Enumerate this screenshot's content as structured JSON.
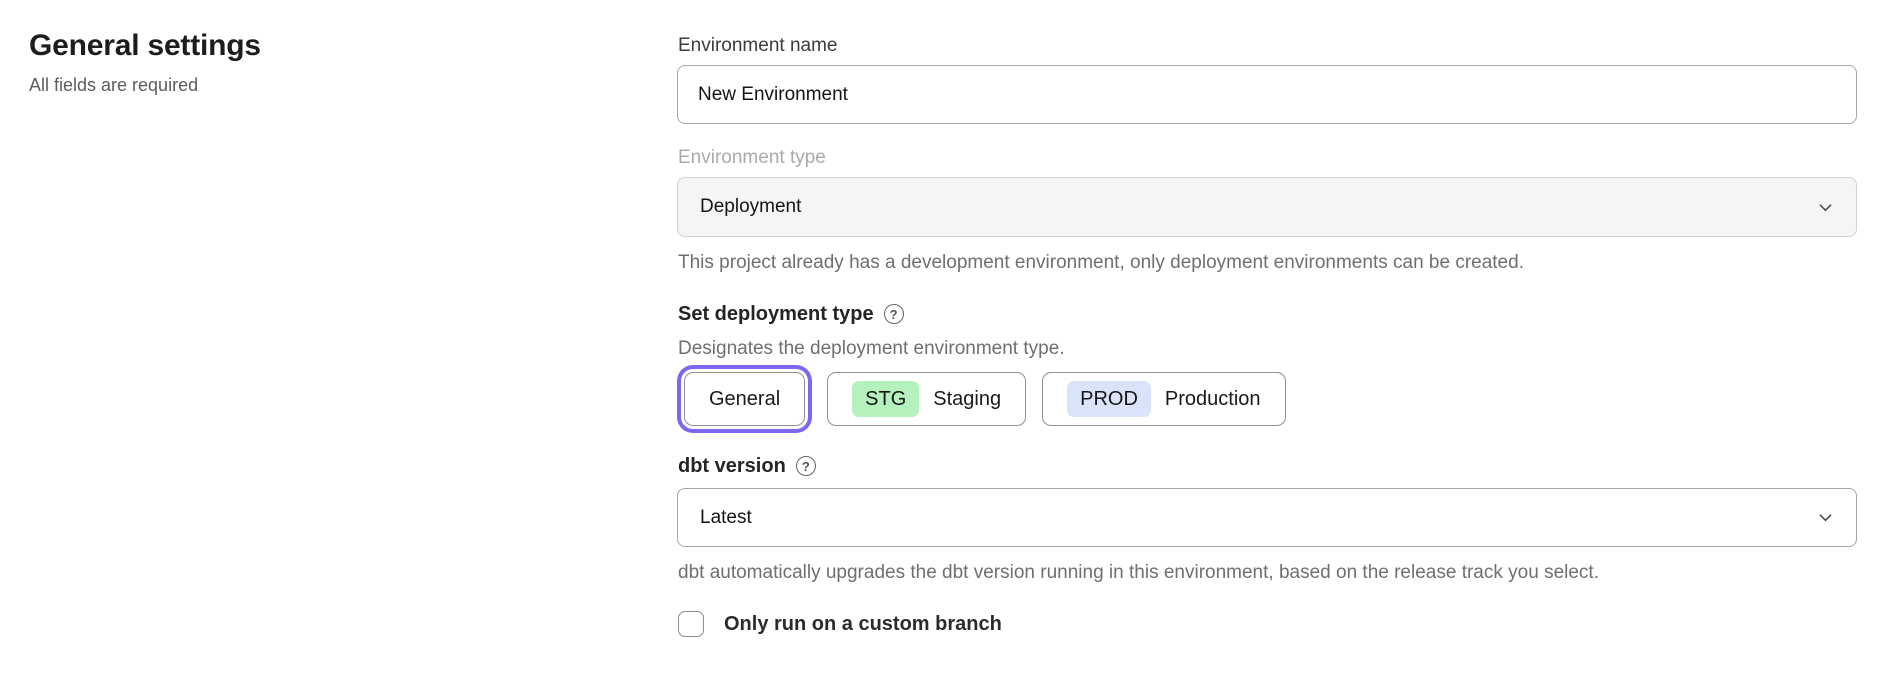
{
  "page": {
    "title": "General settings",
    "subtitle": "All fields are required"
  },
  "form": {
    "environment_name": {
      "label": "Environment name",
      "value": "New Environment"
    },
    "environment_type": {
      "label": "Environment type",
      "value": "Deployment",
      "disabled": true,
      "helper": "This project already has a development environment, only deployment environments can be created."
    },
    "deployment_type": {
      "label": "Set deployment type",
      "description": "Designates the deployment environment type.",
      "options": [
        {
          "badge": "",
          "label": "General",
          "selected": true
        },
        {
          "badge": "STG",
          "label": "Staging",
          "selected": false
        },
        {
          "badge": "PROD",
          "label": "Production",
          "selected": false
        }
      ]
    },
    "dbt_version": {
      "label": "dbt version",
      "value": "Latest",
      "helper": "dbt automatically upgrades the dbt version running in this environment, based on the release track you select."
    },
    "custom_branch": {
      "label": "Only run on a custom branch",
      "checked": false
    }
  },
  "icons": {
    "help_glyph": "?"
  },
  "colors": {
    "accent_purple": "#7b68f2",
    "badge_staging_green": "#b5f1bd",
    "badge_production_blue": "#d9e4fb",
    "disabled_field_bg": "#f5f5f5"
  }
}
